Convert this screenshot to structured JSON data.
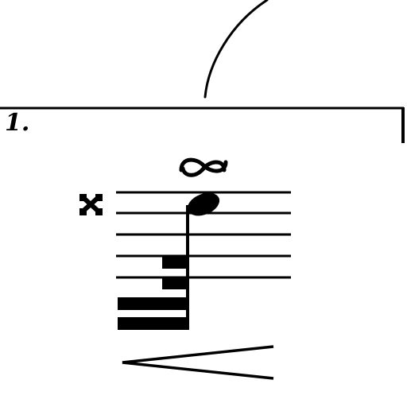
{
  "score": {
    "volta": {
      "label": "1."
    },
    "staff": {
      "line_count": 5
    },
    "ornament": {
      "kind": "turn",
      "icon": "turn-ornament-icon"
    },
    "accidental": {
      "kind": "double-sharp",
      "icon": "double-sharp-icon"
    },
    "note": {
      "kind": "filled-notehead-with-stem-down",
      "icon": "notehead-icon"
    },
    "dynamic": {
      "kind": "crescendo-hairpin",
      "icon": "crescendo-hairpin-icon"
    },
    "slur": {
      "icon": "slur-arc-icon"
    },
    "colors": {
      "ink": "#000000",
      "paper": "#ffffff"
    }
  }
}
